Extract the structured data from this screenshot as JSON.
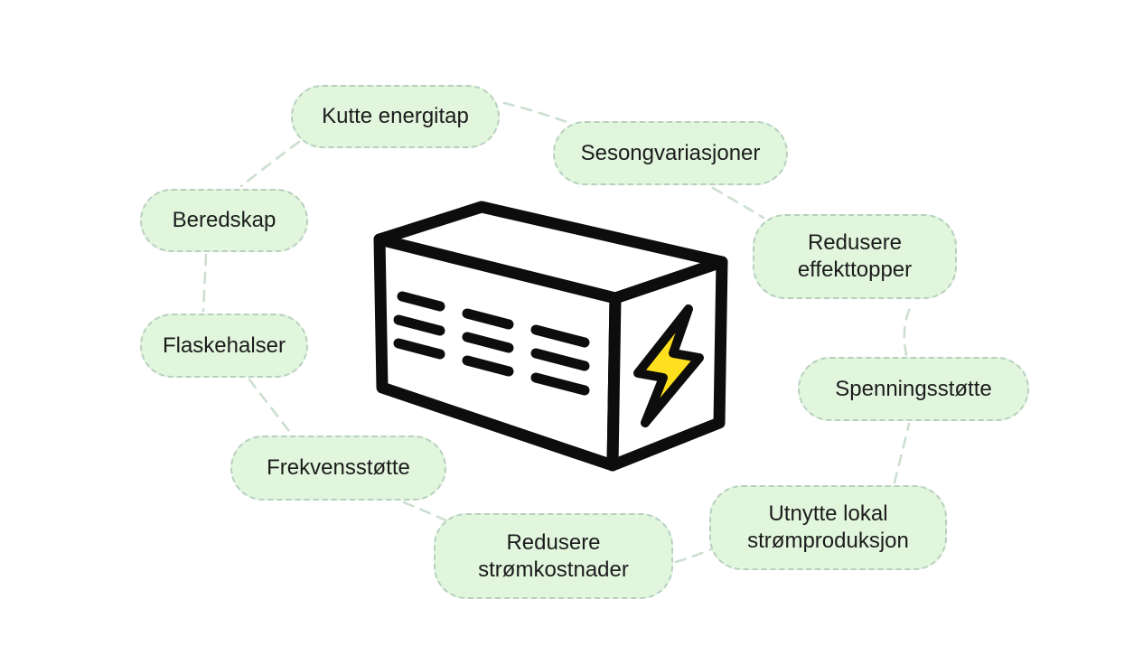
{
  "diagram": {
    "bubbles": [
      {
        "id": "kutte-energitap",
        "label": "Kutte energitap"
      },
      {
        "id": "sesongvariasjoner",
        "label": "Sesongvariasjoner"
      },
      {
        "id": "beredskap",
        "label": "Beredskap"
      },
      {
        "id": "redusere-effekttopper",
        "label": "Redusere effekttopper"
      },
      {
        "id": "flaskehalser",
        "label": "Flaskehalser"
      },
      {
        "id": "spenningsstotte",
        "label": "Spenningsstøtte"
      },
      {
        "id": "frekvensstotte",
        "label": "Frekvensstøtte"
      },
      {
        "id": "utnytte-lokal-stromproduksjon",
        "label": "Utnytte lokal strømproduksjon"
      },
      {
        "id": "redusere-stromkostnader",
        "label": "Redusere strømkostnader"
      }
    ],
    "center_icon": "battery-with-lightning-bolt-icon",
    "colors": {
      "background": "#ffffff",
      "bubble_fill": "#e1f6dd",
      "bubble_border": "#b7cfc0",
      "connector": "#ccdfd0",
      "outline_black": "#0d0d0d",
      "bolt_yellow": "#ffe01e",
      "text": "#1c1c1c"
    }
  }
}
